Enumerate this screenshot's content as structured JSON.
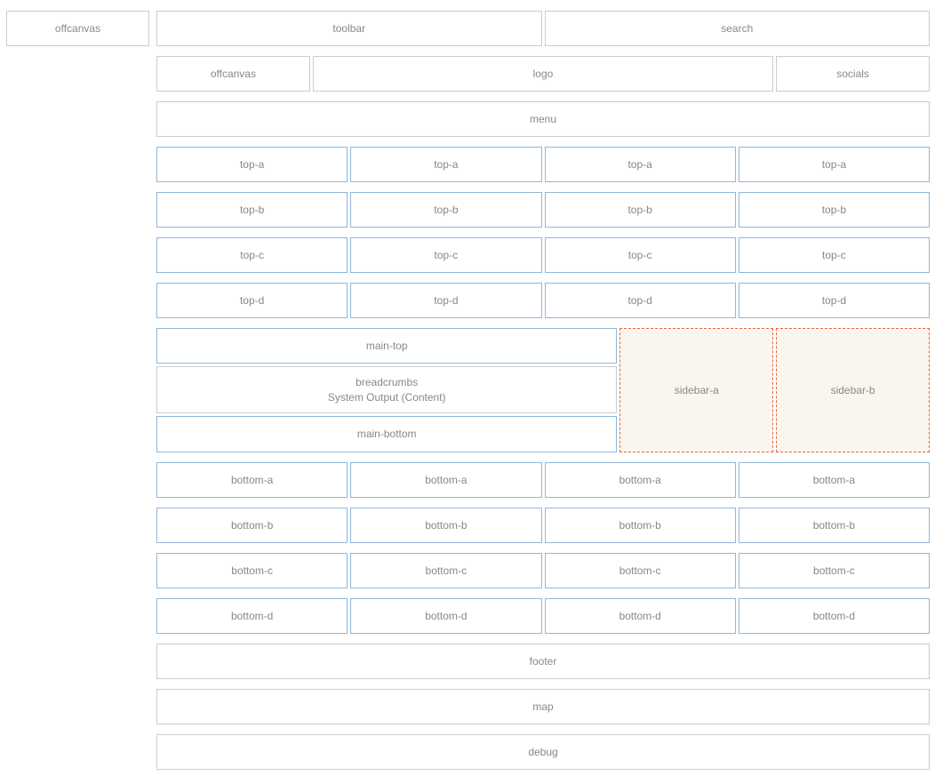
{
  "colors": {
    "page_background": "#ffffff",
    "box_background": "#ffffff",
    "gray_border": "#cccccc",
    "blue_border": "#8fb7da",
    "sidebar_dashed_border": "#e2683c",
    "sidebar_background": "#faf5ef",
    "label_text": "#888888"
  },
  "positions": {
    "offcanvas_panel": "offcanvas",
    "toolbar": "toolbar",
    "search": "search",
    "offcanvas_top": "offcanvas",
    "logo": "logo",
    "socials": "socials",
    "menu": "menu",
    "top_a": "top-a",
    "top_b": "top-b",
    "top_c": "top-c",
    "top_d": "top-d",
    "main_top": "main-top",
    "breadcrumbs": "breadcrumbs",
    "system_output": "System Output (Content)",
    "main_bottom": "main-bottom",
    "sidebar_a": "sidebar-a",
    "sidebar_b": "sidebar-b",
    "bottom_a": "bottom-a",
    "bottom_b": "bottom-b",
    "bottom_c": "bottom-c",
    "bottom_d": "bottom-d",
    "footer": "footer",
    "map": "map",
    "debug": "debug"
  }
}
